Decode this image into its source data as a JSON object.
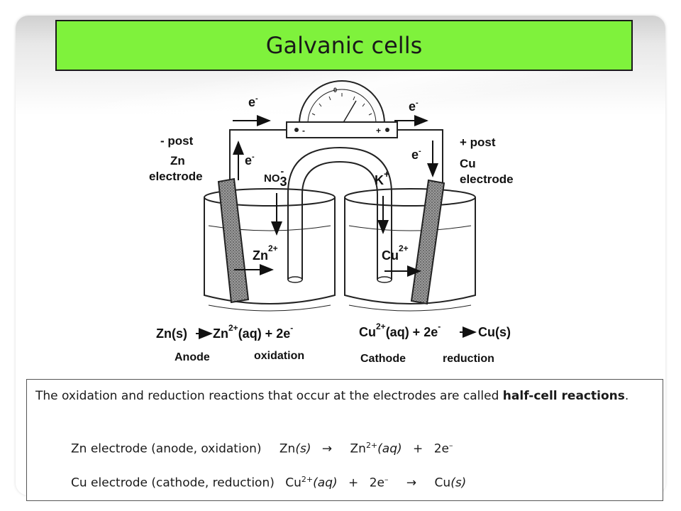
{
  "title": "Galvanic cells",
  "diagram": {
    "electron_label": "e",
    "electron_sup": "-",
    "minus_post": "- post",
    "plus_post": "+ post",
    "zn_name": "Zn",
    "cu_name": "Cu",
    "electrode_word": "electrode",
    "nitrate_base": "NO",
    "nitrate_sub": "3",
    "nitrate_sup": "-",
    "potassium_base": "K",
    "potassium_sup": "+",
    "zn_ion_base": "Zn",
    "cu_ion_base": "Cu",
    "ion_sup": "2+",
    "meter_minus": "-",
    "meter_plus": "+",
    "meter_zero": "0",
    "anode_eq_left": "Zn(s)",
    "anode_eq_right_base": "Zn",
    "anode_eq_right_sup": "2+",
    "anode_eq_tail": "(aq) + 2e",
    "anode_eq_tail_sup": "-",
    "cathode_eq_base": "Cu",
    "cathode_eq_sup": "2+",
    "cathode_eq_mid": "(aq) + 2e",
    "cathode_eq_mid_sup": "-",
    "cathode_eq_right": "Cu(s)",
    "anode_label": "Anode",
    "oxidation_label": "oxidation",
    "cathode_label": "Cathode",
    "reduction_label": "reduction"
  },
  "text": {
    "para_start": "The oxidation and reduction reactions that occur at the electrodes are called ",
    "para_bold": "half-cell reactions",
    "para_end": ".",
    "eq1": {
      "label": "Zn electrode (anode, oxidation)",
      "left": "Zn",
      "left_state": "(s)",
      "arrow": "→",
      "right_base": "Zn",
      "right_sup": "2+",
      "right_state": "(aq)",
      "plus": "+",
      "electrons": "2e",
      "electron_sup": "–"
    },
    "eq2": {
      "label": "Cu electrode (cathode, reduction)",
      "left_base": "Cu",
      "left_sup": "2+",
      "left_state": "(aq)",
      "plus": "+",
      "electrons": "2e",
      "electron_sup": "–",
      "arrow": "→",
      "right": "Cu",
      "right_state": "(s)"
    }
  },
  "colors": {
    "title_bg": "#7ff23c",
    "ink": "#111111"
  }
}
